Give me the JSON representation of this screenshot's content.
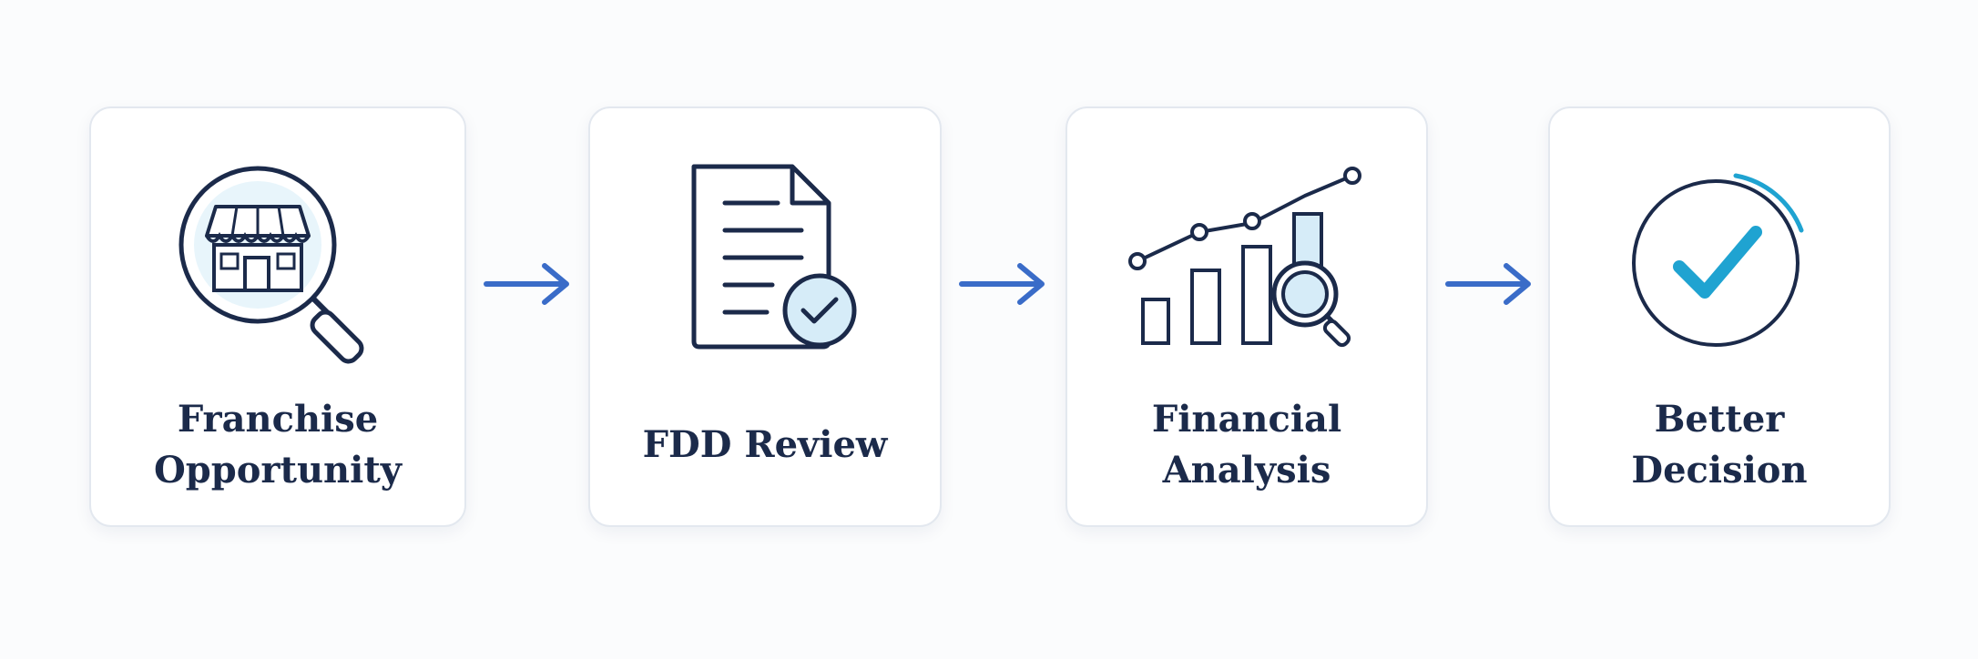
{
  "steps": [
    {
      "id": "franchise-opportunity",
      "label_lines": [
        "Franchise",
        "Opportunity"
      ],
      "icon": "storefront-magnifier-icon"
    },
    {
      "id": "fdd-review",
      "label_lines": [
        "FDD Review"
      ],
      "icon": "document-check-icon"
    },
    {
      "id": "financial-analysis",
      "label_lines": [
        "Financial",
        "Analysis"
      ],
      "icon": "chart-magnifier-icon"
    },
    {
      "id": "better-decision",
      "label_lines": [
        "Better",
        "Decision"
      ],
      "icon": "check-circle-icon"
    }
  ],
  "colors": {
    "ink": "#1b2a4a",
    "arrow": "#3a6cc8",
    "accent_light": "#d6ecf8",
    "accent_check": "#1fa3d1",
    "card_border": "#e3e8ef",
    "background": "#fbfcfd"
  }
}
